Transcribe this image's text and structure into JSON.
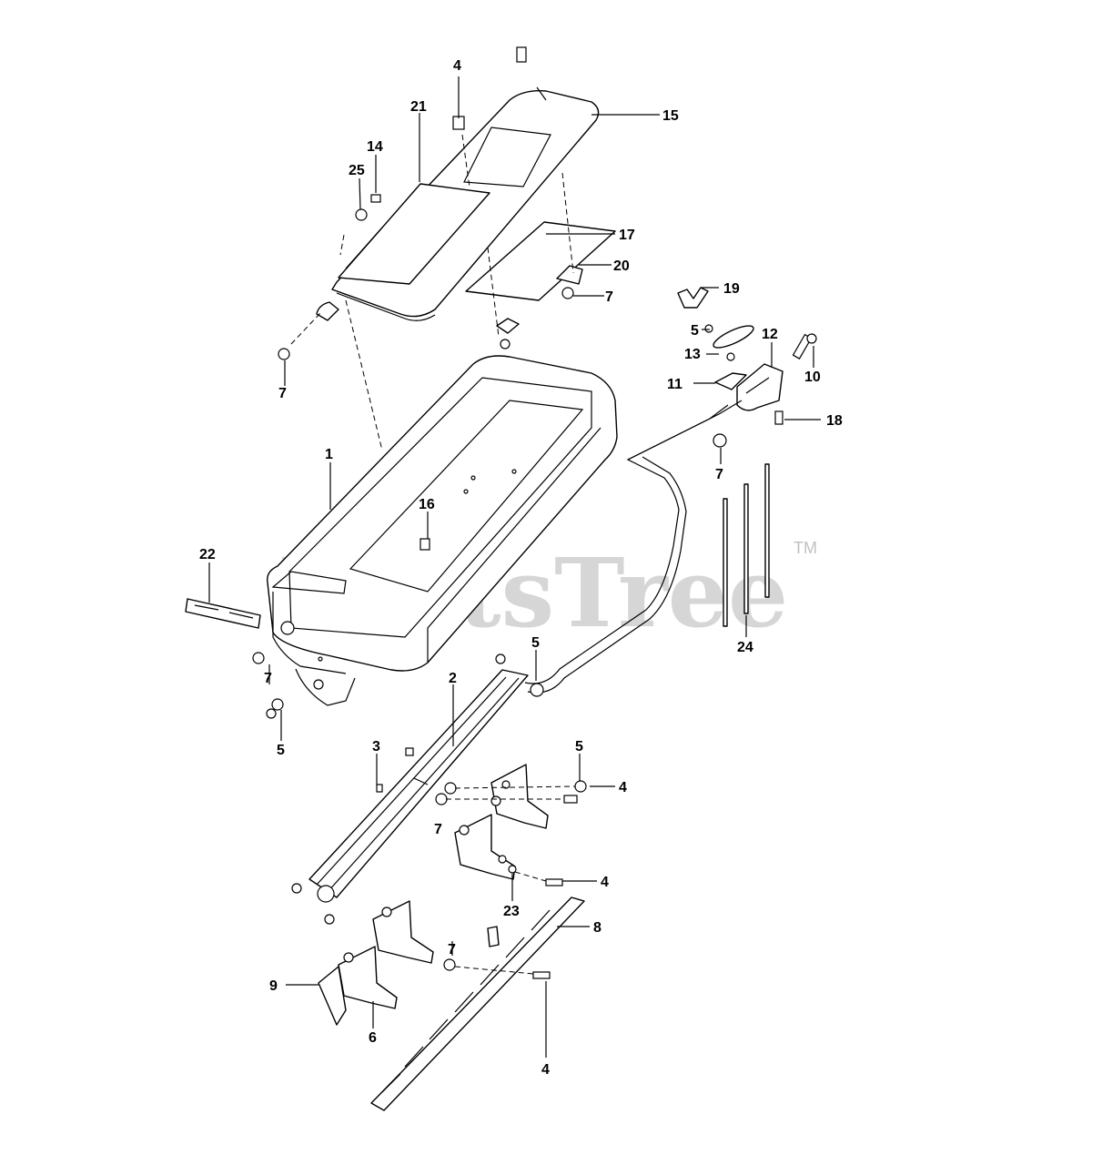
{
  "watermark": {
    "brand": "PartsTree",
    "trademark": "TM"
  },
  "callouts": {
    "c1": "1",
    "c2": "2",
    "c3": "3",
    "c4_top": "4",
    "c4_right_upper": "4",
    "c4_right_mid": "4",
    "c4_bottom": "4",
    "c5_cover": "5",
    "c5_left": "5",
    "c5_arm": "5",
    "c5_bracket": "5",
    "c6": "6",
    "c7_top_left": "7",
    "c7_cover_right": "7",
    "c7_arm": "7",
    "c7_left": "7",
    "c7_bracket": "7",
    "c7_bottom": "7",
    "c8": "8",
    "c9": "9",
    "c10": "10",
    "c11": "11",
    "c12": "12",
    "c13": "13",
    "c14": "14",
    "c15": "15",
    "c16": "16",
    "c17": "17",
    "c18": "18",
    "c19": "19",
    "c20": "20",
    "c21": "21",
    "c22": "22",
    "c23": "23",
    "c24": "24",
    "c25": "25"
  }
}
